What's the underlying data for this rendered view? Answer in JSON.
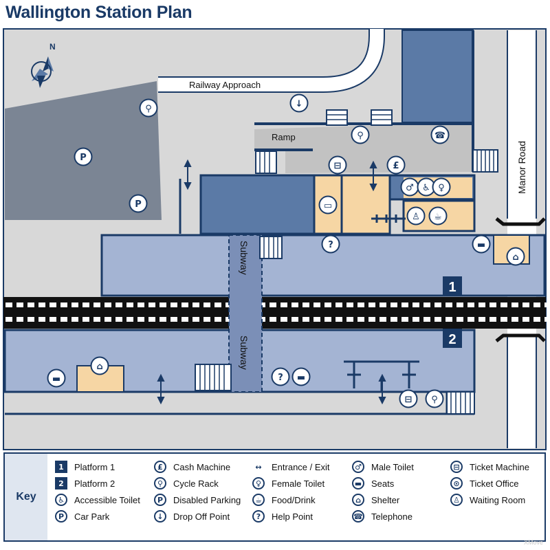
{
  "title": "Wallington Station Plan",
  "map": {
    "north": "N",
    "railway_approach": "Railway Approach",
    "ramp": "Ramp",
    "manor_road": "Manor Road",
    "subway_top": "Subway",
    "subway_bottom": "Subway",
    "platform_1_number": "1",
    "platform_2_number": "2"
  },
  "key": {
    "title": "Key",
    "items": [
      {
        "label": "Platform 1",
        "icon": "platform-1-icon",
        "glyph": "1"
      },
      {
        "label": "Platform 2",
        "icon": "platform-2-icon",
        "glyph": "2"
      },
      {
        "label": "Accessible Toilet",
        "icon": "accessible-toilet-icon",
        "glyph": "♿"
      },
      {
        "label": "Car Park",
        "icon": "car-park-icon",
        "glyph": "P"
      },
      {
        "label": "Cash Machine",
        "icon": "cash-machine-icon",
        "glyph": "£"
      },
      {
        "label": "Cycle Rack",
        "icon": "cycle-rack-icon",
        "glyph": "⚲"
      },
      {
        "label": "Disabled Parking",
        "icon": "disabled-parking-icon",
        "glyph": "P"
      },
      {
        "label": "Drop Off Point",
        "icon": "drop-off-point-icon",
        "glyph": "↓"
      },
      {
        "label": "Entrance / Exit",
        "icon": "entrance-exit-icon",
        "glyph": "↔"
      },
      {
        "label": "Female Toilet",
        "icon": "female-toilet-icon",
        "glyph": "♀"
      },
      {
        "label": "Food/Drink",
        "icon": "food-drink-icon",
        "glyph": "☕"
      },
      {
        "label": "Help Point",
        "icon": "help-point-icon",
        "glyph": "?"
      },
      {
        "label": "Male Toilet",
        "icon": "male-toilet-icon",
        "glyph": "♂"
      },
      {
        "label": "Seats",
        "icon": "seats-icon",
        "glyph": "▬"
      },
      {
        "label": "Shelter",
        "icon": "shelter-icon",
        "glyph": "⌂"
      },
      {
        "label": "Telephone",
        "icon": "telephone-icon",
        "glyph": "☎"
      },
      {
        "label": "Ticket Machine",
        "icon": "ticket-machine-icon",
        "glyph": "⊟"
      },
      {
        "label": "Ticket Office",
        "icon": "ticket-office-icon",
        "glyph": "⊙"
      },
      {
        "label": "Waiting Room",
        "icon": "waiting-room-icon",
        "glyph": "♙"
      }
    ]
  },
  "credit": "XMove",
  "colors": {
    "navy": "#1a3a66",
    "platform": "#a4b4d3",
    "building": "#5b7aa6",
    "car_park": "#7b8594",
    "ground": "#d8d8d8",
    "forecourt": "#c2c2c2",
    "facility": "#f6d6a4"
  }
}
